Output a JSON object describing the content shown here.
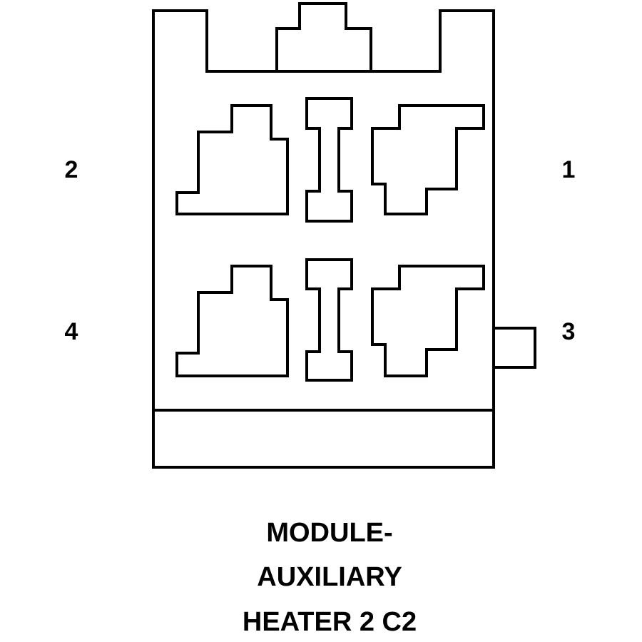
{
  "connector": {
    "pins": [
      {
        "number": "1"
      },
      {
        "number": "2"
      },
      {
        "number": "3"
      },
      {
        "number": "4"
      }
    ],
    "title_lines": [
      "MODULE-",
      "AUXILIARY",
      "HEATER 2 C2"
    ]
  }
}
